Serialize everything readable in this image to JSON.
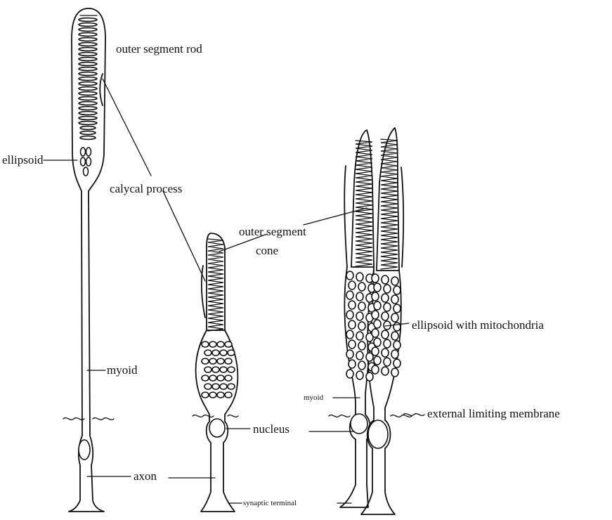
{
  "labels": {
    "outer_segment_rod": "outer segment rod",
    "ellipsoid": "ellipsoid",
    "calycal_process": "calycal process",
    "outer_segment_cone_1": "outer segment",
    "outer_segment_cone_2": "cone",
    "ellipsoid_with_mitochondria": "ellipsoid with mitochondria",
    "myoid_rod": "myoid",
    "myoid_double_cone": "myoid",
    "external_limiting_membrane": "external limiting membrane",
    "nucleus": "nucleus",
    "axon": "axon",
    "synaptic_terminal": "synaptic terminal"
  }
}
